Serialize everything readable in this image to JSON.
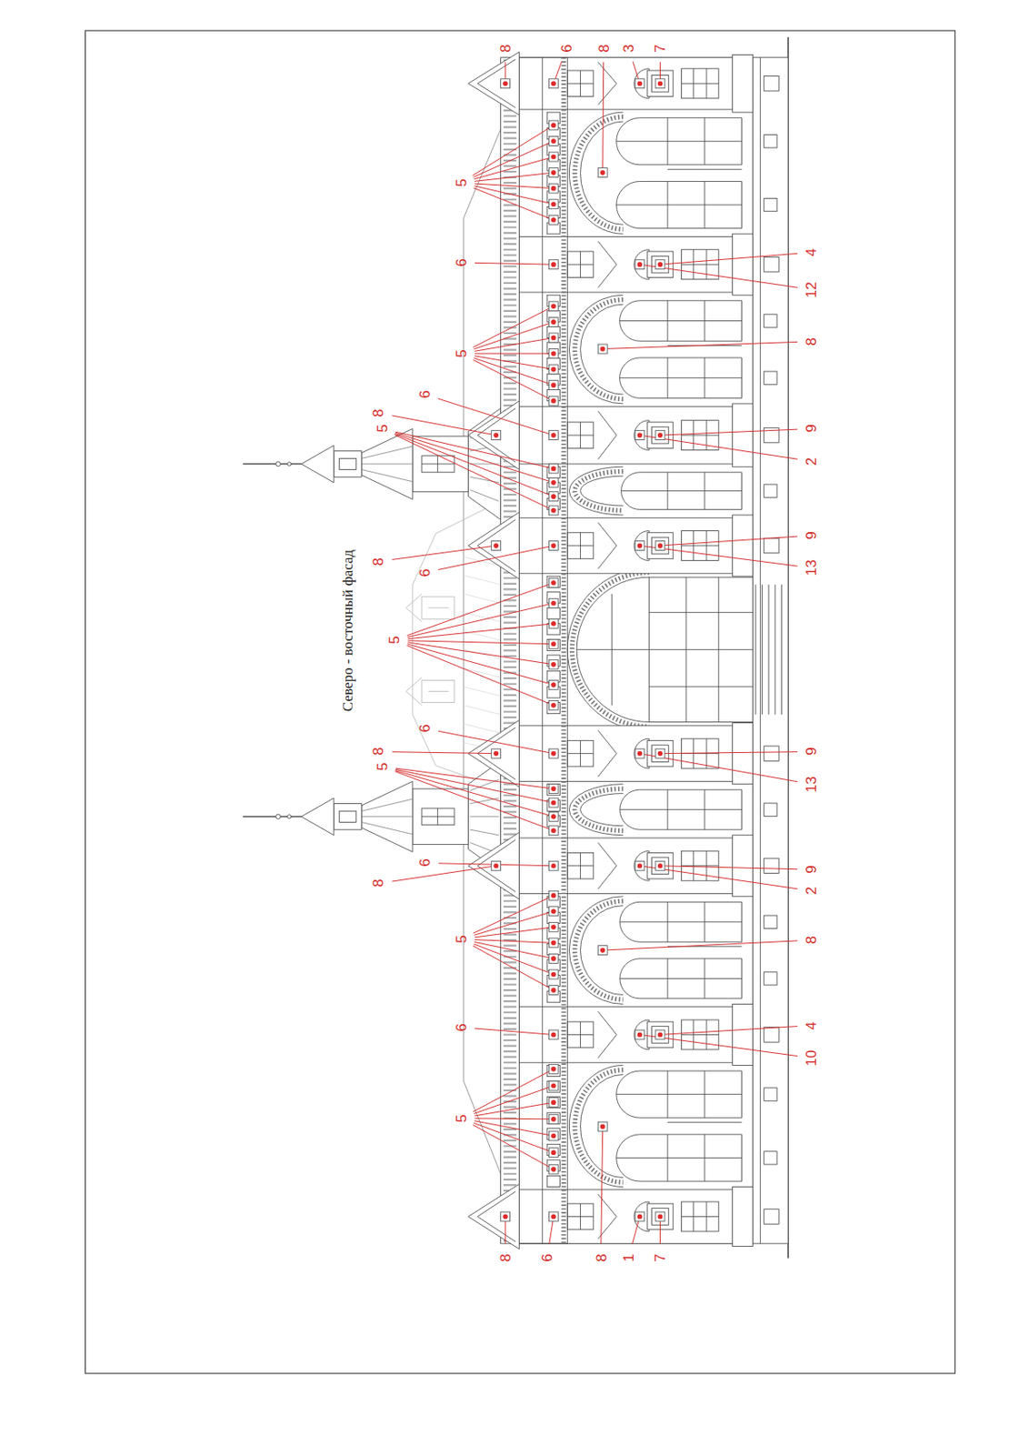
{
  "diagram": {
    "title": "Северо - восточный фасад",
    "labels": [
      "8",
      "6",
      "8",
      "3",
      "7",
      "5",
      "6",
      "5",
      "8",
      "6",
      "5",
      "8",
      "6",
      "5",
      "8",
      "6",
      "5",
      "8",
      "6",
      "5",
      "6",
      "5",
      "4",
      "12",
      "8",
      "9",
      "2",
      "9",
      "13",
      "9",
      "13",
      "9",
      "2",
      "8",
      "4",
      "10",
      "8",
      "6",
      "8",
      "1",
      "7"
    ]
  }
}
